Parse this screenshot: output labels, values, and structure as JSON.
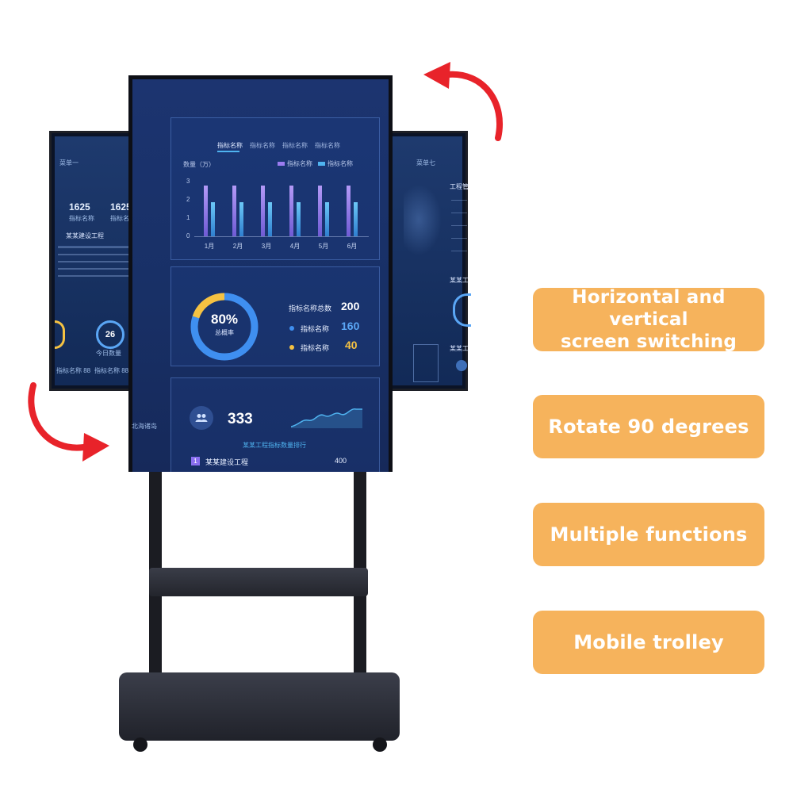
{
  "features": [
    {
      "line1": "Horizontal and vertical",
      "line2": "screen switching"
    },
    {
      "line1": "Rotate 90 degrees"
    },
    {
      "line1": "Multiple functions"
    },
    {
      "line1": "Mobile trolley"
    }
  ],
  "colors": {
    "feature_box": "#f6b35c",
    "feature_text": "#ffffff",
    "arrow": "#e8232a",
    "screen_bg": "#1c3470",
    "bar_purple": "#9b7cf0",
    "bar_blue": "#4fb3f0",
    "donut_blue": "#3f8ff0",
    "donut_yellow": "#f5c242",
    "stand": "#1b1c22"
  },
  "main_screen": {
    "tabs": [
      "指标名称",
      "指标名称",
      "指标名称",
      "指标名称"
    ],
    "unit_label": "数量（万）",
    "legend": [
      "指标名称",
      "指标名称"
    ],
    "y_ticks": [
      "3",
      "2",
      "1",
      "0"
    ],
    "months": [
      "1月",
      "2月",
      "3月",
      "4月",
      "5月",
      "6月"
    ],
    "donut": {
      "percent": "80%",
      "caption": "总概率",
      "fraction": 0.8
    },
    "stats": [
      {
        "label": "指标名称总数",
        "value": "200"
      },
      {
        "label": "指标名称",
        "value": "160"
      },
      {
        "label": "指标名称",
        "value": "40"
      }
    ],
    "count": "333",
    "ranking_title": "某某工程指标数量排行",
    "rank_item": {
      "rank": "1",
      "name": "某某建设工程",
      "value": "400"
    }
  },
  "side_screen": {
    "num1": "1625",
    "num2": "1625",
    "sub1": "指标名称",
    "sub2": "指标名称",
    "project": "某某建设工程",
    "gauge": "26",
    "gauge_label": "今日数量",
    "left_tab": "菜单一",
    "right_tab": "菜单七",
    "right_title": "工程管",
    "right_sub": "某某工",
    "bottom_left": "指标名称 88",
    "bottom_left2": "指标名称 88",
    "callout": "北海诸岛"
  }
}
